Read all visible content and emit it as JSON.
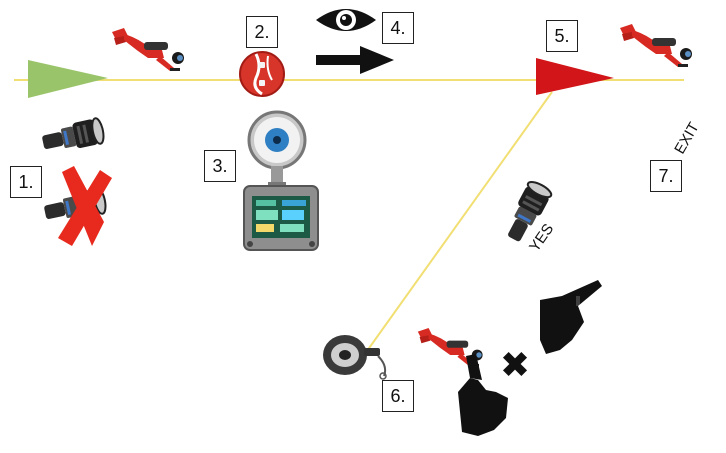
{
  "steps": [
    {
      "id": "1",
      "label": "1."
    },
    {
      "id": "2",
      "label": "2."
    },
    {
      "id": "3",
      "label": "3."
    },
    {
      "id": "4",
      "label": "4."
    },
    {
      "id": "5",
      "label": "5."
    },
    {
      "id": "6",
      "label": "6."
    },
    {
      "id": "7",
      "label": "7."
    }
  ],
  "annotations": {
    "exit": "EXIT",
    "yes": "YES"
  },
  "colors": {
    "line": "#f2df73",
    "start_arrow": "#9ac46a",
    "end_arrow": "#d21518",
    "diver": "#d72a22",
    "cross": "#e8291d",
    "computer_screen": "#1d5a45",
    "gauge_face": "#2e7fc3",
    "hand": "#111111"
  },
  "icons": [
    "diver-icon",
    "dive-light-icon",
    "cookie-marker-icon",
    "eye-icon",
    "arrow-right-icon",
    "pressure-gauge-icon",
    "dive-computer-icon",
    "line-reel-icon",
    "hand-icon",
    "cross-icon"
  ]
}
